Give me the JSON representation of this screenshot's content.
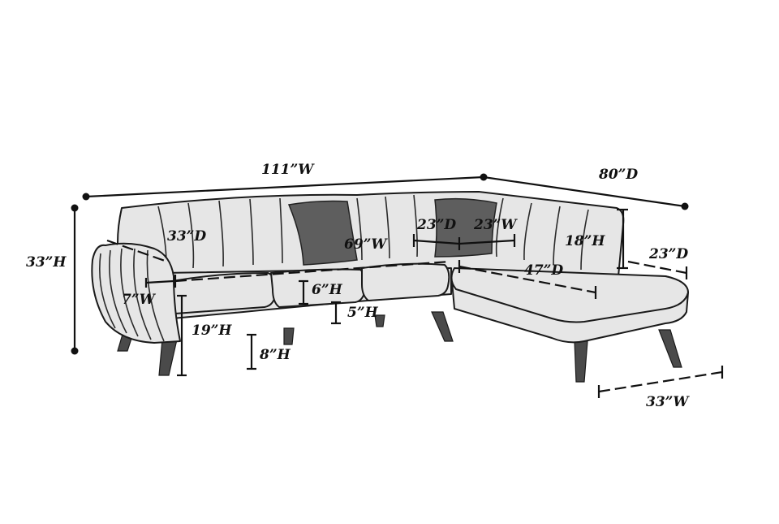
{
  "dimensions": {
    "overall_width": "111”W",
    "overall_depth": "80”D",
    "overall_height": "33”H",
    "arm_depth": "33”D",
    "seat_width": "69”W",
    "chaise_seat_depth": "23”D",
    "chaise_seat_width": "23”W",
    "back_height": "18”H",
    "chaise_depth": "23”D",
    "chaise_length": "47”D",
    "arm_width": "7”W",
    "cushion_height": "6”H",
    "base_height": "5”H",
    "seat_height": "19”H",
    "leg_height": "8”H",
    "chaise_width": "33”W"
  },
  "colors": {
    "upholstery": "#e6e6e6",
    "outline": "#1a1a1a",
    "pillow": "#5e5e5e",
    "leg": "#4a4a4a"
  }
}
